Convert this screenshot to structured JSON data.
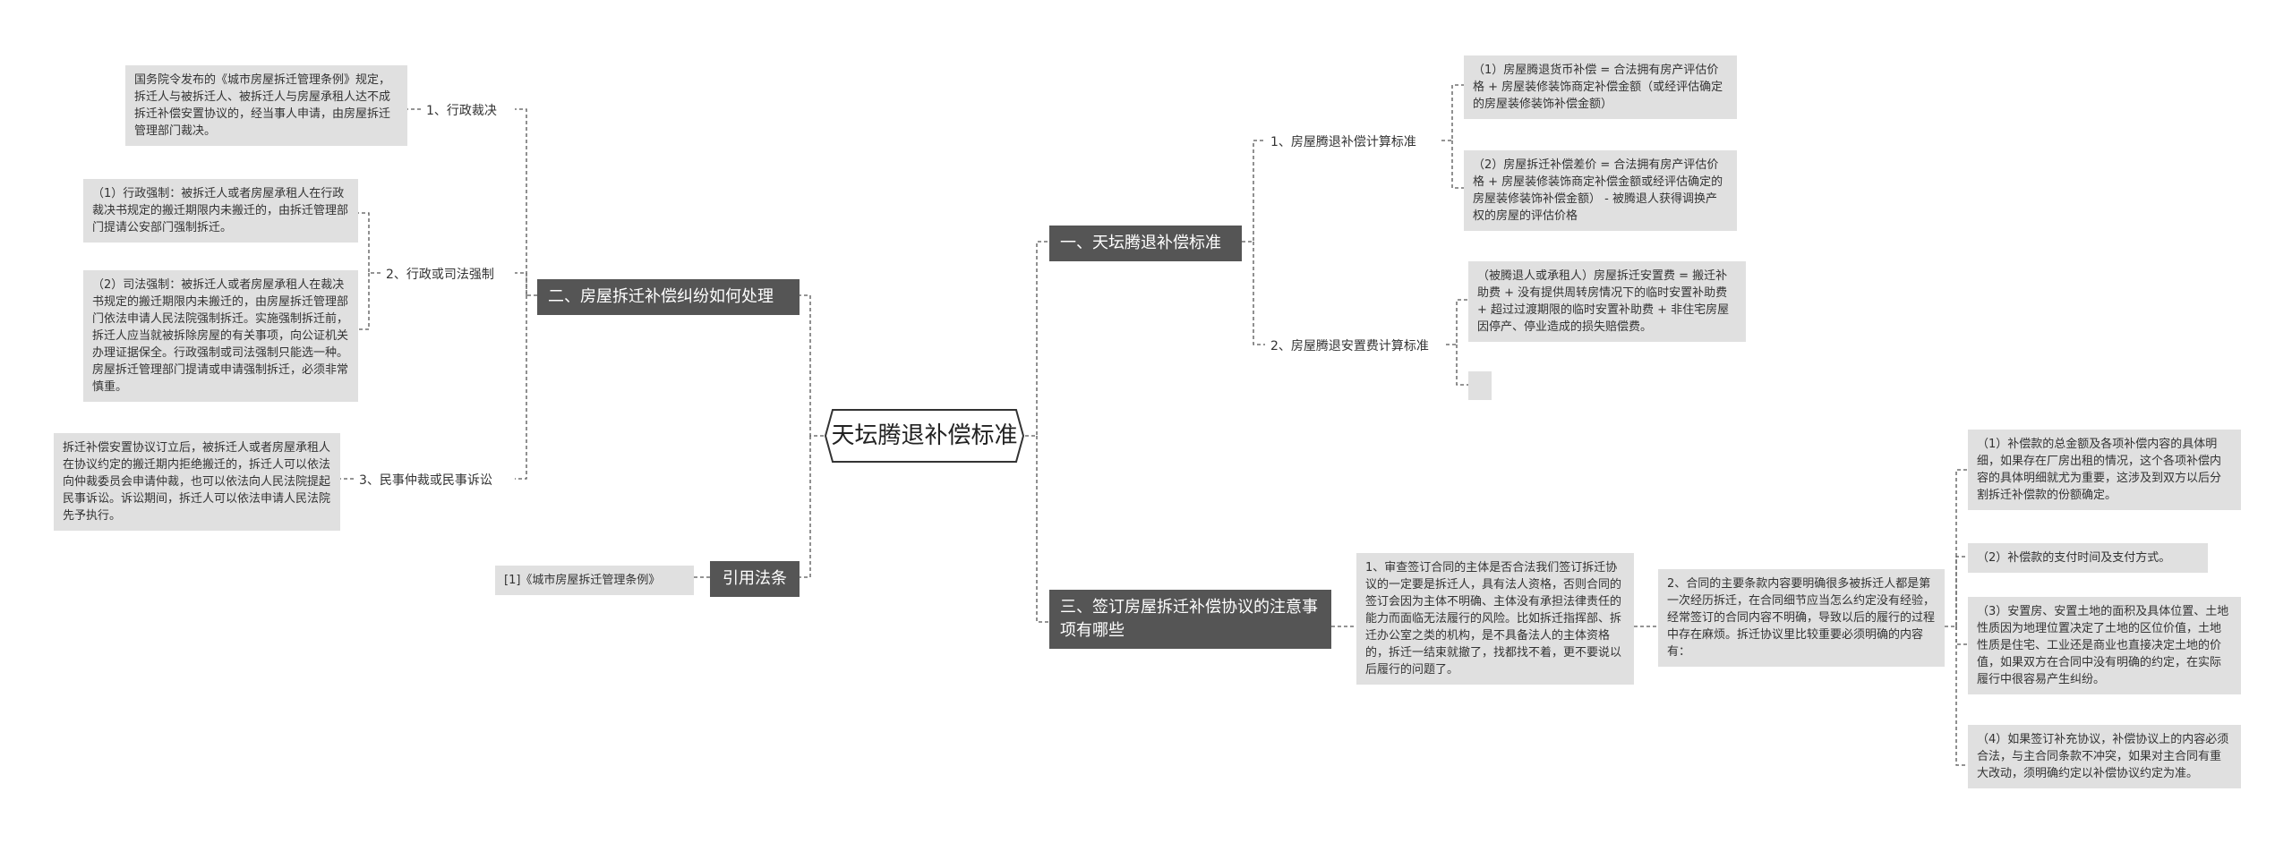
{
  "root": "天坛腾退补偿标准",
  "branches": {
    "b1": "一、天坛腾退补偿标准",
    "b2": "二、房屋拆迁补偿纠纷如何处理",
    "b3": "三、签订房屋拆迁补偿协议的注意事项有哪些",
    "b4": "引用法条"
  },
  "b1": {
    "s1": "1、房屋腾退补偿计算标准",
    "s1_l1": "（1）房屋腾退货币补偿 = 合法拥有房产评估价格 + 房屋装修装饰商定补偿金额（或经评估确定的房屋装修装饰补偿金额）",
    "s1_l2": "（2）房屋拆迁补偿差价 = 合法拥有房产评估价格 + 房屋装修装饰商定补偿金额或经评估确定的房屋装修装饰补偿金额） - 被腾退人获得调换产权的房屋的评估价格",
    "s2": "2、房屋腾退安置费计算标准",
    "s2_l1": "（被腾退人或承租人）房屋拆迁安置费 = 搬迁补助费 + 没有提供周转房情况下的临时安置补助费 + 超过过渡期限的临时安置补助费 + 非住宅房屋因停产、停业造成的损失赔偿费。",
    "s2_l2": ""
  },
  "b2": {
    "s1": "1、行政裁决",
    "s1_l1": "国务院令发布的《城市房屋拆迁管理条例》规定，拆迁人与被拆迁人、被拆迁人与房屋承租人达不成拆迁补偿安置协议的，经当事人申请，由房屋拆迁管理部门裁决。",
    "s2": "2、行政或司法强制",
    "s2_l1": "（1）行政强制：被拆迁人或者房屋承租人在行政裁决书规定的搬迁期限内未搬迁的，由拆迁管理部门提请公安部门强制拆迁。",
    "s2_l2": "（2）司法强制：被拆迁人或者房屋承租人在裁决书规定的搬迁期限内未搬迁的，由房屋拆迁管理部门依法申请人民法院强制拆迁。实施强制拆迁前，拆迁人应当就被拆除房屋的有关事项，向公证机关办理证据保全。行政强制或司法强制只能选一种。房屋拆迁管理部门提请或申请强制拆迁，必须非常慎重。",
    "s3": "3、民事仲裁或民事诉讼",
    "s3_l1": "拆迁补偿安置协议订立后，被拆迁人或者房屋承租人在协议约定的搬迁期内拒绝搬迁的，拆迁人可以依法向仲裁委员会申请仲裁，也可以依法向人民法院提起民事诉讼。诉讼期间，拆迁人可以依法申请人民法院先予执行。"
  },
  "b3": {
    "l1": "1、审查签订合同的主体是否合法我们签订拆迁协议的一定要是拆迁人，具有法人资格，否则合同的签订会因为主体不明确、主体没有承担法律责任的能力而面临无法履行的风险。比如拆迁指挥部、拆迁办公室之类的机构，是不具备法人的主体资格的，拆迁一结束就撤了，找都找不着，更不要说以后履行的问题了。",
    "l2": "2、合同的主要条款内容要明确很多被拆迁人都是第一次经历拆迁，在合同细节应当怎么约定没有经验，经常签订的合同内容不明确，导致以后的履行的过程中存在麻烦。拆迁协议里比较重要必须明确的内容有：",
    "l2_c1": "（1）补偿款的总金额及各项补偿内容的具体明细，如果存在厂房出租的情况，这个各项补偿内容的具体明细就尤为重要，这涉及到双方以后分割拆迁补偿款的份额确定。",
    "l2_c2": "（2）补偿款的支付时间及支付方式。",
    "l2_c3": "（3）安置房、安置土地的面积及具体位置、土地性质因为地理位置决定了土地的区位价值，土地性质是住宅、工业还是商业也直接决定土地的价值，如果双方在合同中没有明确的约定，在实际履行中很容易产生纠纷。",
    "l2_c4": "（4）如果签订补充协议，补偿协议上的内容必须合法，与主合同条款不冲突，如果对主合同有重大改动，须明确约定以补偿协议约定为准。"
  },
  "b4": {
    "l1": "[1]《城市房屋拆迁管理条例》"
  }
}
